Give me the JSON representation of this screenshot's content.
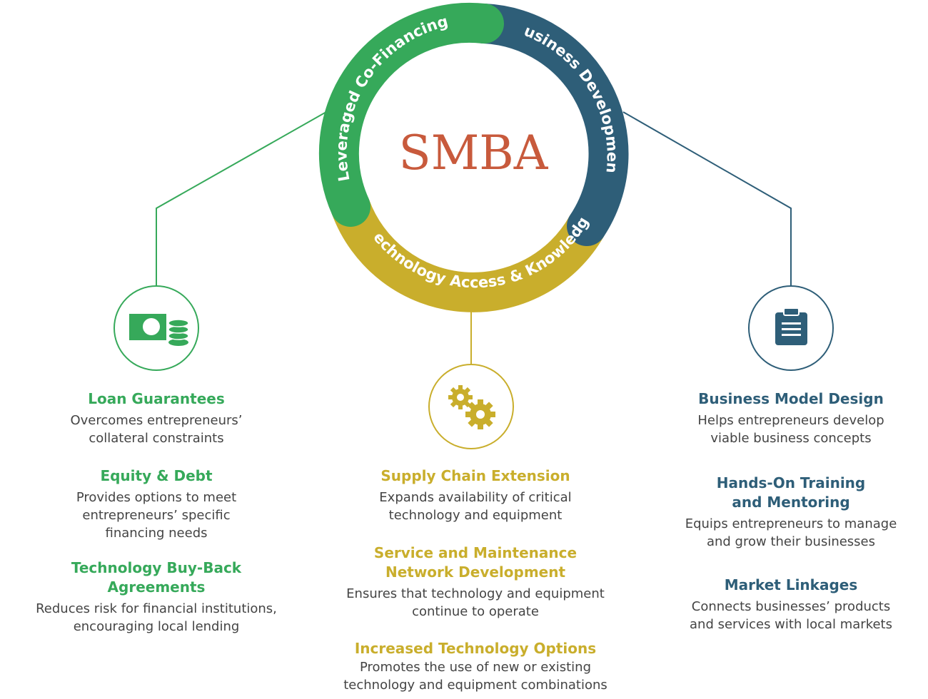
{
  "center": {
    "title": "SMBA"
  },
  "colors": {
    "green": "#36a95a",
    "blue": "#2e5e78",
    "gold": "#c9ae2c",
    "center_title": "#c85a3c",
    "body_text": "#444444"
  },
  "ring": {
    "financing_label": "Leveraged Co-Financing",
    "business_label": "Business Development",
    "technology_label": "Technology Access & Knowledge"
  },
  "icons": {
    "left": "money-coins-icon",
    "center": "gears-icon",
    "right": "clipboard-icon"
  },
  "left_column": {
    "items": [
      {
        "title": "Loan Guarantees",
        "desc": "Overcomes entrepreneurs’ collateral constraints"
      },
      {
        "title": "Equity & Debt",
        "desc": "Provides options to meet entrepreneurs’  specific financing needs"
      },
      {
        "title": "Technology Buy-Back Agreements",
        "desc": "Reduces risk for financial institutions, encouraging local lending"
      }
    ]
  },
  "center_column": {
    "items": [
      {
        "title": "Supply Chain Extension",
        "desc": "Expands availability of critical technology and equipment"
      },
      {
        "title": "Service and Maintenance Network Development",
        "desc": "Ensures that technology and equipment continue to operate"
      },
      {
        "title": "Increased Technology Options",
        "desc": "Promotes the use of new or existing technology and equipment combinations"
      }
    ]
  },
  "right_column": {
    "items": [
      {
        "title": "Business Model Design",
        "desc": "Helps entrepreneurs develop viable business concepts"
      },
      {
        "title": "Hands-On Training and Mentoring",
        "desc": "Equips entrepreneurs to manage and grow their businesses"
      },
      {
        "title": "Market Linkages",
        "desc": "Connects businesses’ products and services with local markets"
      }
    ]
  }
}
